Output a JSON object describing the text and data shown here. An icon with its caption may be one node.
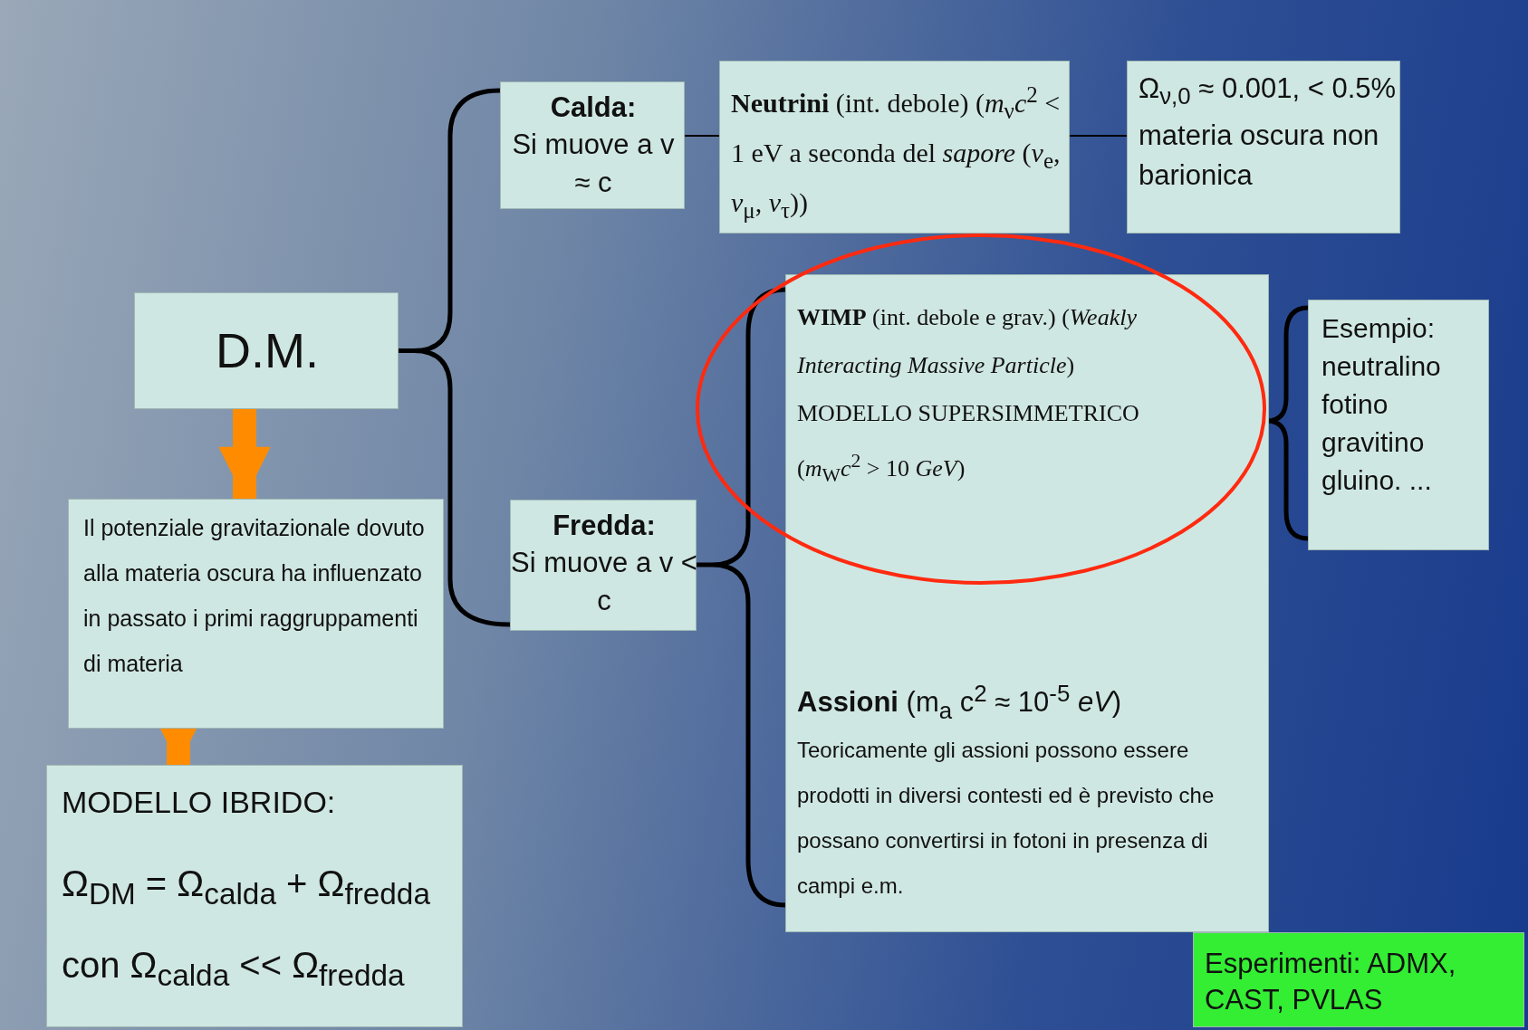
{
  "diagram": {
    "nodes": [
      {
        "text": [
          "D.M."
        ]
      },
      {
        "text": [
          "Il potenziale gravitazionale dovuto alla materia oscura ha influenzato in passato i primi raggruppamenti di materia"
        ]
      },
      {
        "text": [
          "MODELLO IBRIDO:",
          "Ω$_{DM}$ = Ω$_{calda}$ + Ω$_{fredda}$",
          "con  Ω$_{calda}$ << Ω$_{fredda}$"
        ]
      },
      {
        "text": [
          "Calda:",
          "Si muove a v ≈ c"
        ]
      },
      {
        "text": [
          "**Neutrini** (int. debole) (*m*$_{ν}$*c*$^{2}$ < 1 eV a seconda del *sapore* (*ν*$_{e}$, *ν*$_{μ}$, *ν*$_{τ}$))"
        ]
      },
      {
        "text": [
          "Ω$_{ν,0}$ ≈ 0.001, < 0.5% materia oscura non barionica"
        ]
      },
      {
        "text": [
          "Fredda:",
          "Si muove a v < c"
        ]
      },
      {
        "text": [
          "**WIMP**  (int. debole e grav.) (*Weakly Interacting Massive Particle*)  MODELLO SUPERSIMMETRICO (*m*$_{W}$*c*$^{2}$ > 10 *GeV*)",
          "**Assioni** (m$_{a}$ c$^{2}$ ≈ 10$^{-5}$ *eV*)",
          "Teoricamente gli assioni possono essere prodotti in diversi contesti ed è  previsto che possano convertirsi in fotoni in presenza di campi e.m."
        ]
      },
      {
        "text": [
          "Esempio: neutralino fotino gravitino gluino. ..."
        ]
      },
      {
        "text": [
          "Esperimenti: ADMX, CAST, PVLAS"
        ]
      }
    ],
    "edges": [
      {
        "from": 0,
        "to": 1,
        "arrow": "to",
        "style": "thick",
        "color": "#ff8c00"
      },
      {
        "from": 1,
        "to": 2,
        "arrow": "to",
        "style": "thick",
        "color": "#ff8c00"
      },
      {
        "from": 0,
        "to": 3,
        "arrow": "none"
      },
      {
        "from": 0,
        "to": 6,
        "arrow": "none"
      },
      {
        "from": 3,
        "to": 4,
        "arrow": "none"
      },
      {
        "from": 4,
        "to": 5,
        "arrow": "none"
      },
      {
        "from": 6,
        "to": 7,
        "arrow": "none"
      },
      {
        "from": 8,
        "to": 7,
        "arrow": "none"
      }
    ]
  }
}
